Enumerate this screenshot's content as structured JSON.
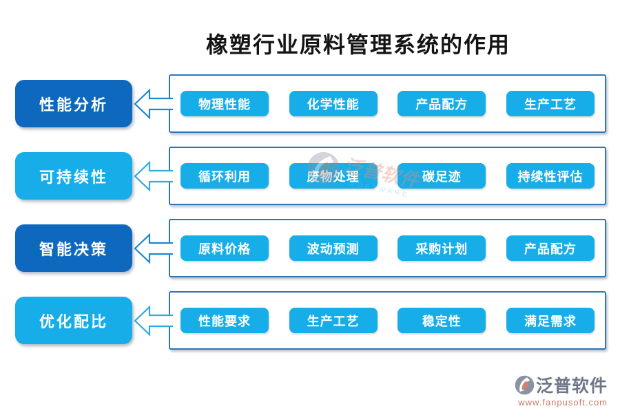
{
  "title": "橡塑行业原料管理系统的作用",
  "colors": {
    "dark_blue": "#0E68BE",
    "light_blue": "#17ADE8",
    "panel_border": "#2E75B6",
    "arrow_dark": "#1E86CC",
    "arrow_light": "#2FA9E2",
    "wm_salmon": "#E0907A",
    "wm_blue": "#6FC3E6",
    "brand_gray": "#6E7787",
    "url_salmon": "#CC7A64"
  },
  "rows": [
    {
      "label": "性能分析",
      "theme": "dark",
      "items": [
        "物理性能",
        "化学性能",
        "产品配方",
        "生产工艺"
      ]
    },
    {
      "label": "可持续性",
      "theme": "light",
      "items": [
        "循环利用",
        "废物处理",
        "碳足迹",
        "持续性评估"
      ]
    },
    {
      "label": "智能决策",
      "theme": "dark",
      "items": [
        "原料价格",
        "波动预测",
        "采购计划",
        "产品配方"
      ]
    },
    {
      "label": "优化配比",
      "theme": "light",
      "items": [
        "性能要求",
        "生产工艺",
        "稳定性",
        "满足需求"
      ]
    }
  ],
  "watermark": {
    "brand": "泛普软件",
    "subtext": "SOFTWARE"
  },
  "footer": {
    "brand": "泛普软件",
    "url": "www.fanpusoft.com"
  }
}
